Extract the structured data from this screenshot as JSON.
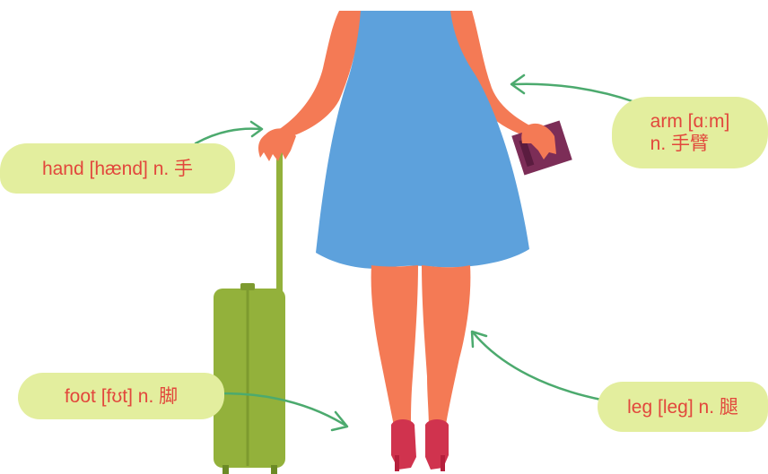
{
  "labels": {
    "hand": "hand [hænd] n. 手",
    "arm": "arm [ɑːm]\nn. 手臂",
    "foot": "foot [fʊt] n. 脚",
    "leg": "leg [leg] n. 腿"
  },
  "colors": {
    "label_bg": "#e3ee9e",
    "label_text": "#e2473c",
    "arrow": "#4caa6e",
    "skin": "#f47a55",
    "dress": "#5da1dc",
    "suitcase": "#93b13b",
    "passport": "#7c2d57",
    "shoes": "#d0334e"
  }
}
